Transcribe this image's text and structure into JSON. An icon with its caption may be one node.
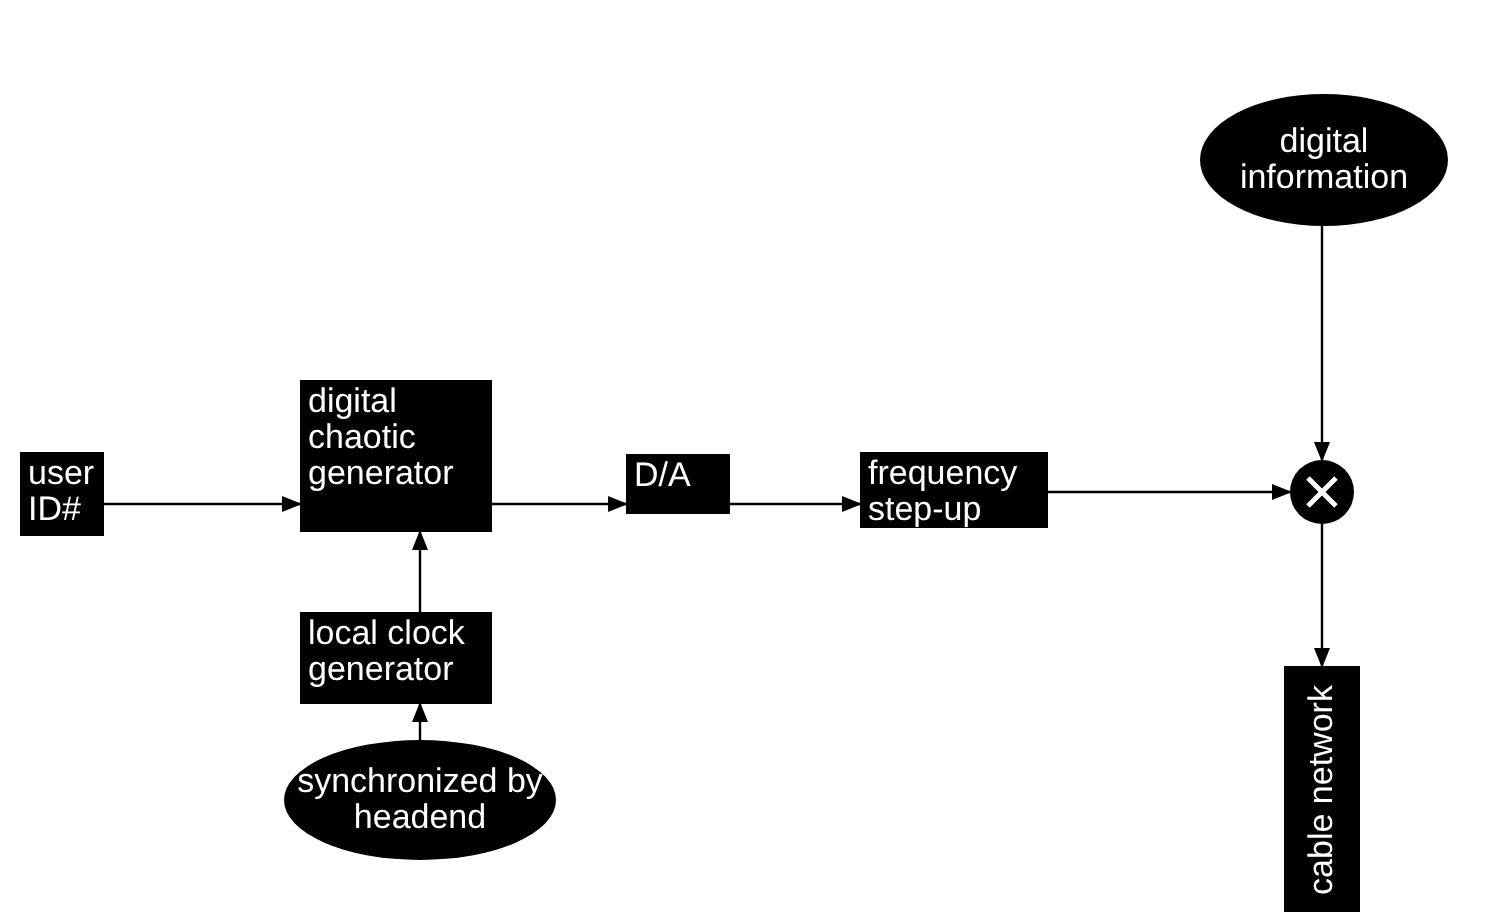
{
  "diagram": {
    "nodes": [
      {
        "text": [
          "user ID#"
        ]
      },
      {
        "text": [
          "digital chaotic generator"
        ]
      },
      {
        "text": [
          "D/A"
        ]
      },
      {
        "text": [
          "frequency step-up"
        ]
      },
      {
        "text": [
          "digital information"
        ]
      },
      {
        "text": [],
        "shape": "circle"
      },
      {
        "text": [
          "cable network"
        ]
      },
      {
        "text": [
          "local clock generator"
        ]
      },
      {
        "text": [
          "synchronized by headend"
        ]
      }
    ],
    "edges": [
      {
        "from": 0,
        "to": 1,
        "arrow": "to"
      },
      {
        "from": 1,
        "to": 2,
        "arrow": "to"
      },
      {
        "from": 2,
        "to": 3,
        "arrow": "to"
      },
      {
        "from": 3,
        "to": 5,
        "arrow": "to"
      },
      {
        "from": 4,
        "to": 5,
        "arrow": "to"
      },
      {
        "from": 5,
        "to": 6,
        "arrow": "to"
      },
      {
        "from": 7,
        "to": 1,
        "arrow": "to"
      },
      {
        "from": 8,
        "to": 7,
        "arrow": "to"
      }
    ]
  }
}
